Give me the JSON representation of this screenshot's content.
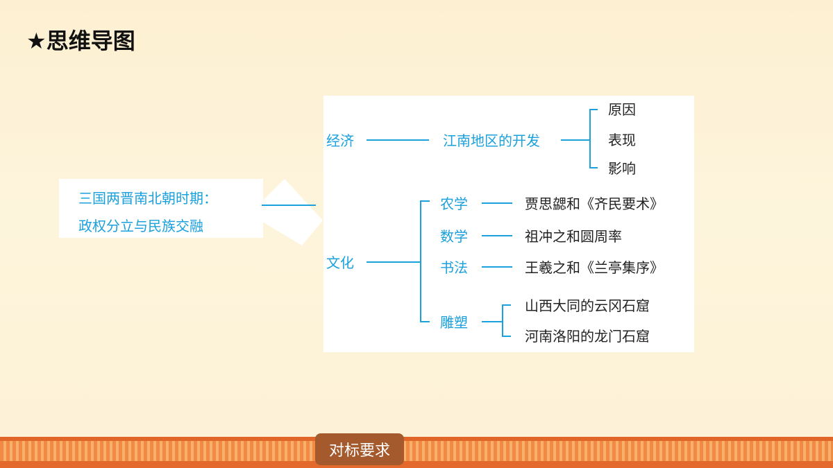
{
  "page": {
    "title": "★思维导图"
  },
  "left_card": {
    "line1": "三国两晋南北朝时期：",
    "line2": "政权分立与民族交融"
  },
  "mind_map": {
    "economy": {
      "label": "经济",
      "topic": "江南地区的开发",
      "leaves": [
        "原因",
        "表现",
        "影响"
      ]
    },
    "culture": {
      "label": "文化",
      "branches": [
        {
          "label": "农学",
          "items": [
            "贾思勰和《齐民要术》"
          ]
        },
        {
          "label": "数学",
          "items": [
            "祖冲之和圆周率"
          ]
        },
        {
          "label": "书法",
          "items": [
            "王羲之和《兰亭集序》"
          ]
        },
        {
          "label": "雕塑",
          "items": [
            "山西大同的云冈石窟",
            "河南洛阳的龙门石窟"
          ]
        }
      ]
    }
  },
  "footer": {
    "button_label": "对标要求"
  },
  "colors": {
    "accent": "#1aa0dc",
    "button": "#a55a2e",
    "band": "#f08a45"
  }
}
